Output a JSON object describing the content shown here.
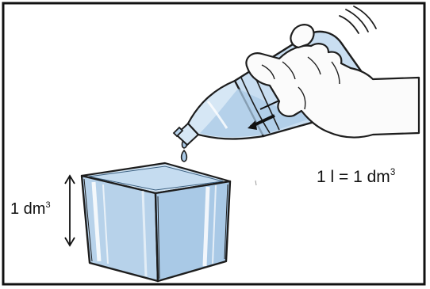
{
  "labels": {
    "cube_side_value": "1 dm",
    "cube_side_exponent": "3",
    "equation_left": "1 l = 1 dm",
    "equation_exponent": "3"
  },
  "colors": {
    "frame_border": "#111111",
    "water": "#b7d2ea",
    "water_light": "#d6e7f5",
    "water_dark": "#8db4d8",
    "outline": "#1d1d1d",
    "skin": "#fbfbfb"
  },
  "icons": {
    "hand": "hand-icon",
    "bottle": "bottle-icon",
    "motion_lines": "motion-lines-icon",
    "rotation_arrow": "rotation-arrow-icon",
    "dimension_arrow": "double-arrow-icon"
  }
}
